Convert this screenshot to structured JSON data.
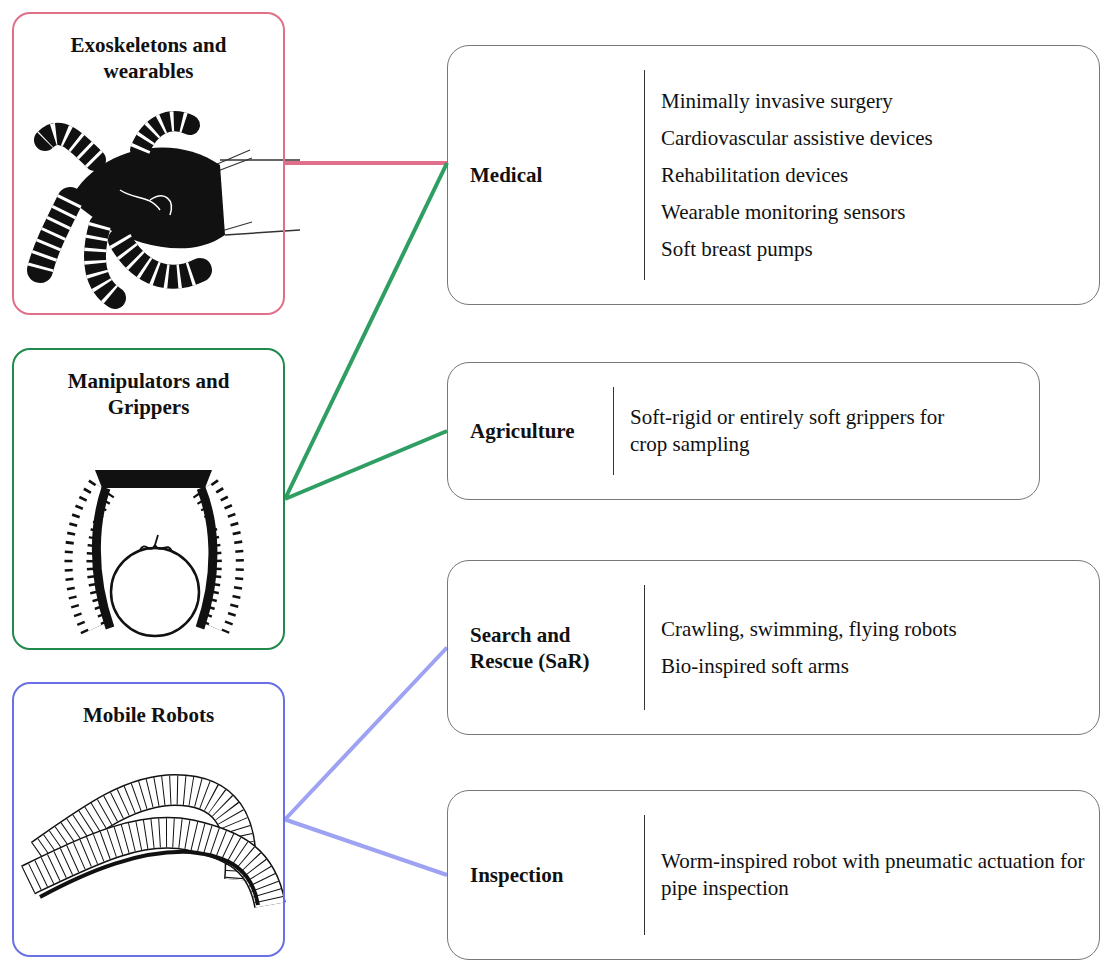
{
  "diagram": {
    "nodes": [
      {
        "text": [
          "Exoskeletons and wearables"
        ]
      },
      {
        "text": [
          "Manipulators and Grippers"
        ]
      },
      {
        "text": [
          "Mobile Robots"
        ]
      },
      {
        "text": [
          "Medical",
          "Minimally invasive surgery",
          "Cardiovascular assistive devices",
          "Rehabilitation devices",
          "Wearable monitoring sensors",
          "Soft breast pumps"
        ]
      },
      {
        "text": [
          "Agriculture",
          "Soft-rigid or entirely soft grippers for crop sampling"
        ]
      },
      {
        "text": [
          "Search and Rescue (SaR)",
          "Crawling, swimming, flying robots",
          "Bio-inspired soft arms"
        ]
      },
      {
        "text": [
          "Inspection",
          "Worm-inspired robot with pneumatic actuation for pipe inspection"
        ]
      }
    ],
    "edges": [
      {
        "from": 0,
        "to": 3,
        "arrow": "none"
      },
      {
        "from": 1,
        "to": 3,
        "arrow": "none"
      },
      {
        "from": 1,
        "to": 4,
        "arrow": "none"
      },
      {
        "from": 2,
        "to": 5,
        "arrow": "none"
      },
      {
        "from": 2,
        "to": 6,
        "arrow": "none"
      }
    ]
  }
}
